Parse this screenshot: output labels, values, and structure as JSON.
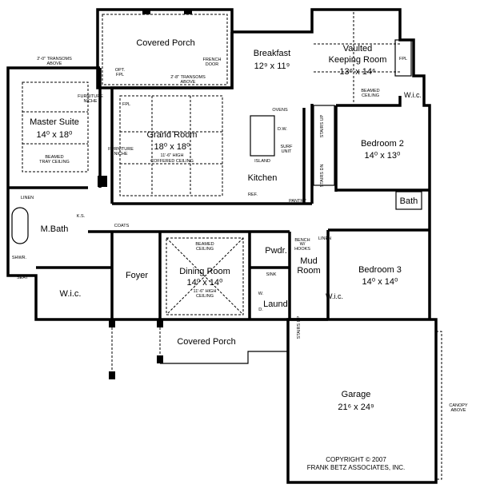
{
  "rooms": {
    "covered_porch_rear": {
      "label": "Covered Porch"
    },
    "breakfast": {
      "label": "Breakfast",
      "dims": "12⁹ x 11⁹"
    },
    "keeping_room": {
      "label1": "Vaulted",
      "label2": "Keeping Room",
      "dims": "13⁶ x 14⁶"
    },
    "master_suite": {
      "label": "Master Suite",
      "dims": "14⁰ x 18⁰"
    },
    "grand_room": {
      "label": "Grand Room",
      "dims": "18⁰ x 18⁰"
    },
    "kitchen": {
      "label": "Kitchen"
    },
    "bedroom2": {
      "label": "Bedroom 2",
      "dims": "14⁰ x 13⁰"
    },
    "bath": {
      "label": "Bath"
    },
    "wic_upper": {
      "label": "W.i.c."
    },
    "m_bath": {
      "label": "M.Bath"
    },
    "wic_master": {
      "label": "W.i.c."
    },
    "foyer": {
      "label": "Foyer"
    },
    "dining_room": {
      "label": "Dining Room",
      "dims": "14⁰ x 14⁰"
    },
    "pwdr": {
      "label": "Pwdr."
    },
    "laund": {
      "label": "Laund."
    },
    "mud_room": {
      "label1": "Mud",
      "label2": "Room"
    },
    "bedroom3": {
      "label": "Bedroom 3",
      "dims": "14⁰ x 14⁰"
    },
    "wic_bed3": {
      "label": "W.i.c."
    },
    "covered_porch_front": {
      "label": "Covered Porch"
    },
    "garage": {
      "label": "Garage",
      "dims": "21⁶ x 24⁹"
    }
  },
  "notes": {
    "transoms_master_1": "2'-0\" TRANSOMS",
    "transoms_master_2": "ABOVE",
    "transoms_porch_1": "2'-8\" TRANSOMS",
    "transoms_porch_2": "ABOVE",
    "french_door_1": "FRENCH",
    "french_door_2": "DOOR",
    "opt_fpl_1": "OPT.",
    "opt_fpl_2": "FPL",
    "fpl_grand": "FPL",
    "fpl_keeping": "FPL",
    "furniture_niche_1a": "FURNITURE",
    "furniture_niche_1b": "NICHE",
    "furniture_niche_2a": "FURNITURE",
    "furniture_niche_2b": "NICHE",
    "beamed_tray_1": "BEAMED",
    "beamed_tray_2": "TRAY CEILING",
    "coffered_1": "11'-6\" HIGH",
    "coffered_2": "COFFERED CEILING",
    "beamed_keeping_1": "BEAMED",
    "beamed_keeping_2": "CEILING",
    "ovens": "OVENS",
    "dw": "D.W.",
    "surf_unit_1": "SURF",
    "surf_unit_2": "UNIT",
    "island": "ISLAND",
    "ref": "REF.",
    "pantry": "PANTRY",
    "stairs_up": "STAIRS UP",
    "stairs_dn": "STAIRS DN",
    "linen_master": "LINEN",
    "ks": "K.S.",
    "coats": "COATS",
    "shwr": "SHWR.",
    "seat": "SEAT",
    "beamed_dining_1": "BEAMED",
    "beamed_dining_2": "CEILING",
    "dining_ceiling_1": "11'-6\" HIGH",
    "dining_ceiling_2": "CEILING",
    "sink": "SINK",
    "w": "W.",
    "d": "D.",
    "bench_1": "BENCH",
    "bench_2": "W/",
    "bench_3": "HOOKS",
    "linen_mud": "LINEN",
    "stairs_up_garage": "STAIRS UP",
    "canopy_1": "CANOPY",
    "canopy_2": "ABOVE"
  },
  "copyright": {
    "line1": "COPYRIGHT © 2007",
    "line2": "FRANK BETZ ASSOCIATES, INC."
  }
}
